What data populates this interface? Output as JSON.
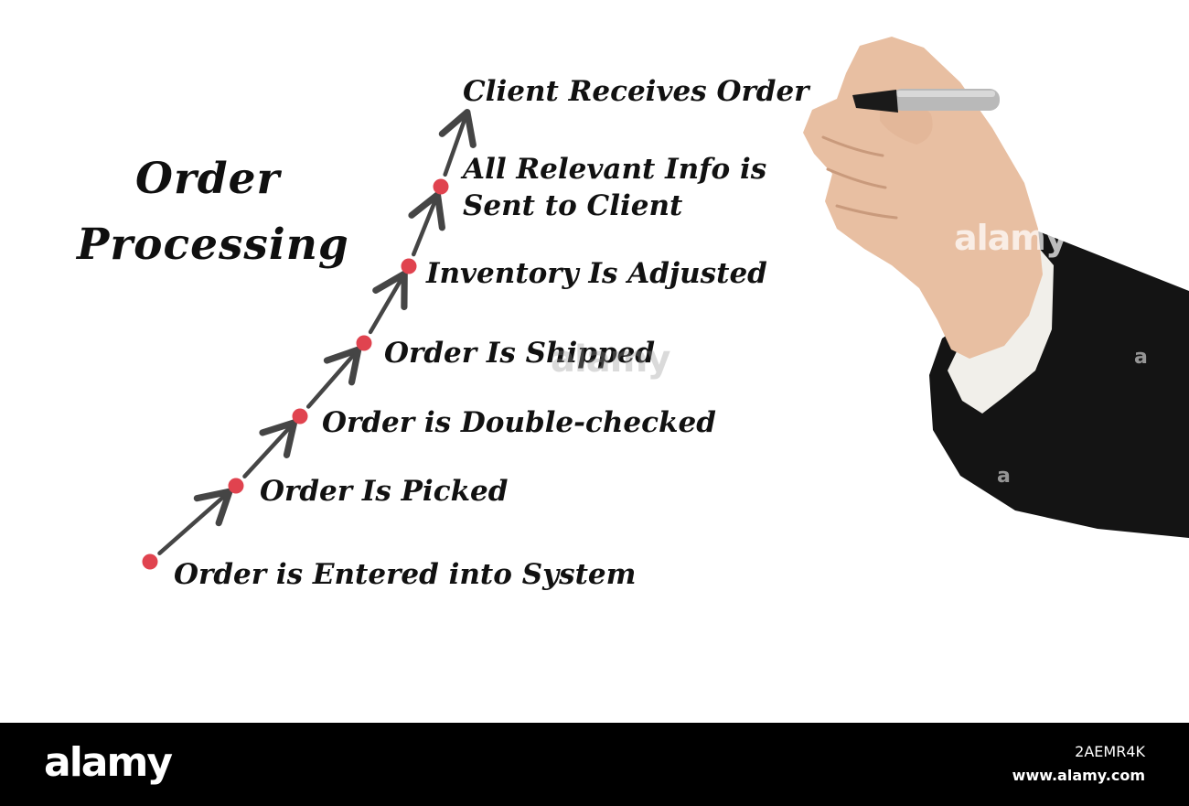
{
  "title": {
    "line1": "Order",
    "line2": "Processing"
  },
  "steps": [
    {
      "label": "Order is Entered into System"
    },
    {
      "label": "Order Is Picked"
    },
    {
      "label": "Order is Double-checked"
    },
    {
      "label": "Order Is Shipped"
    },
    {
      "label": "Inventory Is Adjusted"
    },
    {
      "label_line1": "All Relevant Info is",
      "label_line2": "Sent to Client"
    },
    {
      "label": "Client Receives Order"
    }
  ],
  "colors": {
    "dot": "#e0434f",
    "arrow": "#454545",
    "text": "#111111",
    "footer_bg": "#000000"
  },
  "watermark": {
    "center": "alamy",
    "mid": "alamy",
    "corner_a": "a"
  },
  "footer": {
    "logo": "alamy",
    "image_id": "2AEMR4K",
    "site": "www.alamy.com"
  }
}
